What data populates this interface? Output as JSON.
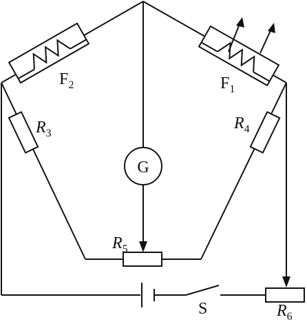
{
  "diagram": {
    "labels": {
      "f2": {
        "main": "F",
        "sub": "2"
      },
      "f1": {
        "main": "F",
        "sub": "1"
      },
      "r3": {
        "main": "R",
        "sub": "3"
      },
      "r4": {
        "main": "R",
        "sub": "4"
      },
      "r5": {
        "main": "R",
        "sub": "5"
      },
      "r6": {
        "main": "R",
        "sub": "6"
      },
      "galvanometer": "G",
      "switch": "S"
    }
  }
}
